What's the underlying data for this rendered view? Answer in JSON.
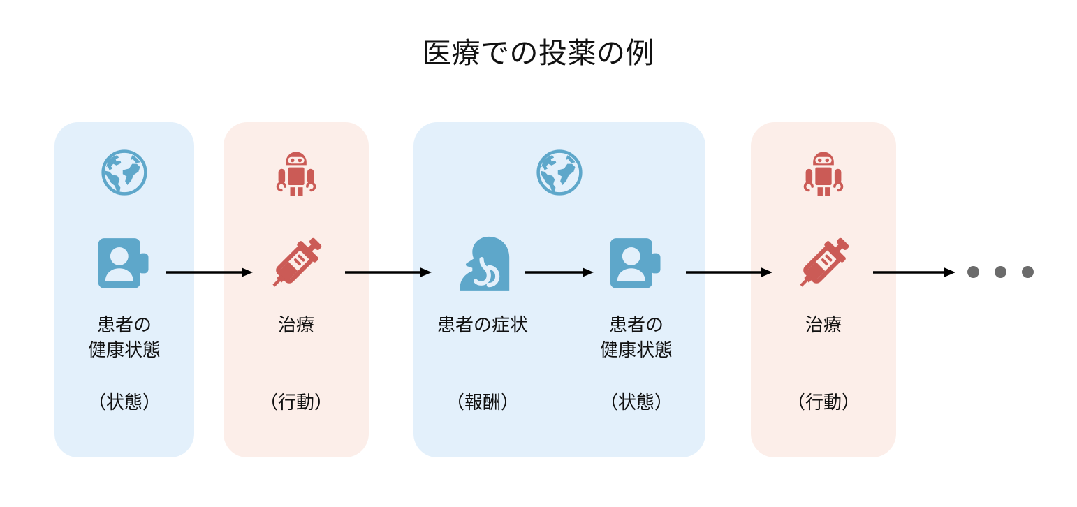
{
  "title": "医療での投薬の例",
  "colors": {
    "state_panel_bg": "#e3f0fb",
    "action_panel_bg": "#fceee9",
    "state_icon": "#5ea7ca",
    "action_icon": "#cb5b56",
    "arrow": "#000000",
    "dot": "#6b6b6b",
    "text": "#111111"
  },
  "panels": [
    {
      "kind": "state",
      "top_icon": "globe-icon",
      "items": [
        {
          "icon": "contact-book-icon",
          "label": "患者の\n健康状態",
          "sub": "（状態）"
        }
      ]
    },
    {
      "kind": "action",
      "top_icon": "robot-icon",
      "items": [
        {
          "icon": "syringe-icon",
          "label": "治療",
          "sub": "（行動）"
        }
      ]
    },
    {
      "kind": "state",
      "top_icon": "globe-icon",
      "items": [
        {
          "icon": "patient-symptom-icon",
          "label": "患者の症状",
          "sub": "（報酬）"
        },
        {
          "icon": "contact-book-icon",
          "label": "患者の\n健康状態",
          "sub": "（状態）"
        }
      ]
    },
    {
      "kind": "action",
      "top_icon": "robot-icon",
      "items": [
        {
          "icon": "syringe-icon",
          "label": "治療",
          "sub": "（行動）"
        }
      ]
    }
  ],
  "arrows": [
    {
      "name": "arrow-state1-to-action1"
    },
    {
      "name": "arrow-action1-to-reward"
    },
    {
      "name": "arrow-reward-to-state2"
    },
    {
      "name": "arrow-state2-to-action2"
    },
    {
      "name": "arrow-action2-to-continuation"
    }
  ],
  "continuation_dots": 3
}
